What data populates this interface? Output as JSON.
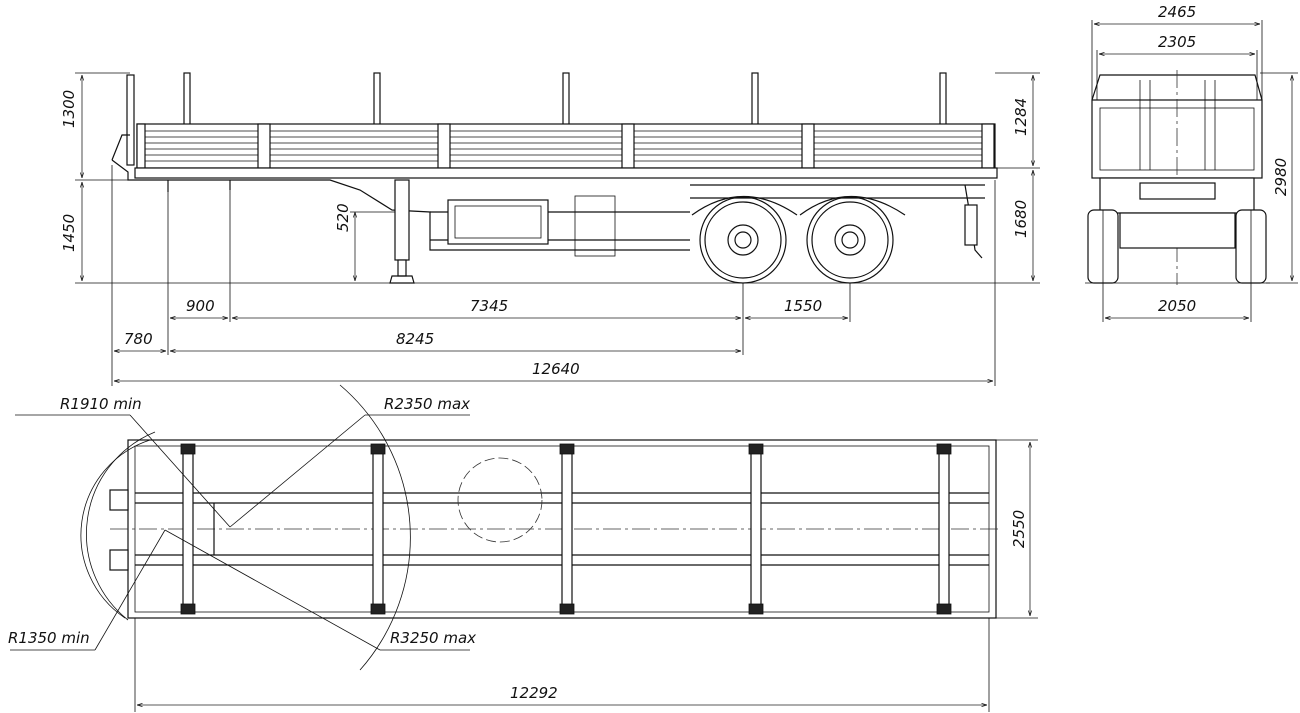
{
  "side_view": {
    "dims": {
      "height_stakes": "1300",
      "height_deck": "1450",
      "support_lift": "520",
      "kingpin_to_leg": "900",
      "leg_to_axle": "7345",
      "axle_spread": "1550",
      "front_overhang": "780",
      "kingpin_to_axle": "8245",
      "overall_length": "12640",
      "height_stakes_rear": "1284",
      "height_deck_rear": "1680"
    }
  },
  "rear_view": {
    "dims": {
      "overall_width": "2465",
      "inner_width": "2305",
      "overall_height": "2980",
      "track_width": "2050"
    }
  },
  "top_view": {
    "dims": {
      "turn_radius_front_min": "R1910 min",
      "turn_radius_max": "R2350 max",
      "turn_radius_min": "R1350  min",
      "turn_radius_rear_max": "R3250 max",
      "platform_width": "2550",
      "platform_length": "12292"
    }
  }
}
